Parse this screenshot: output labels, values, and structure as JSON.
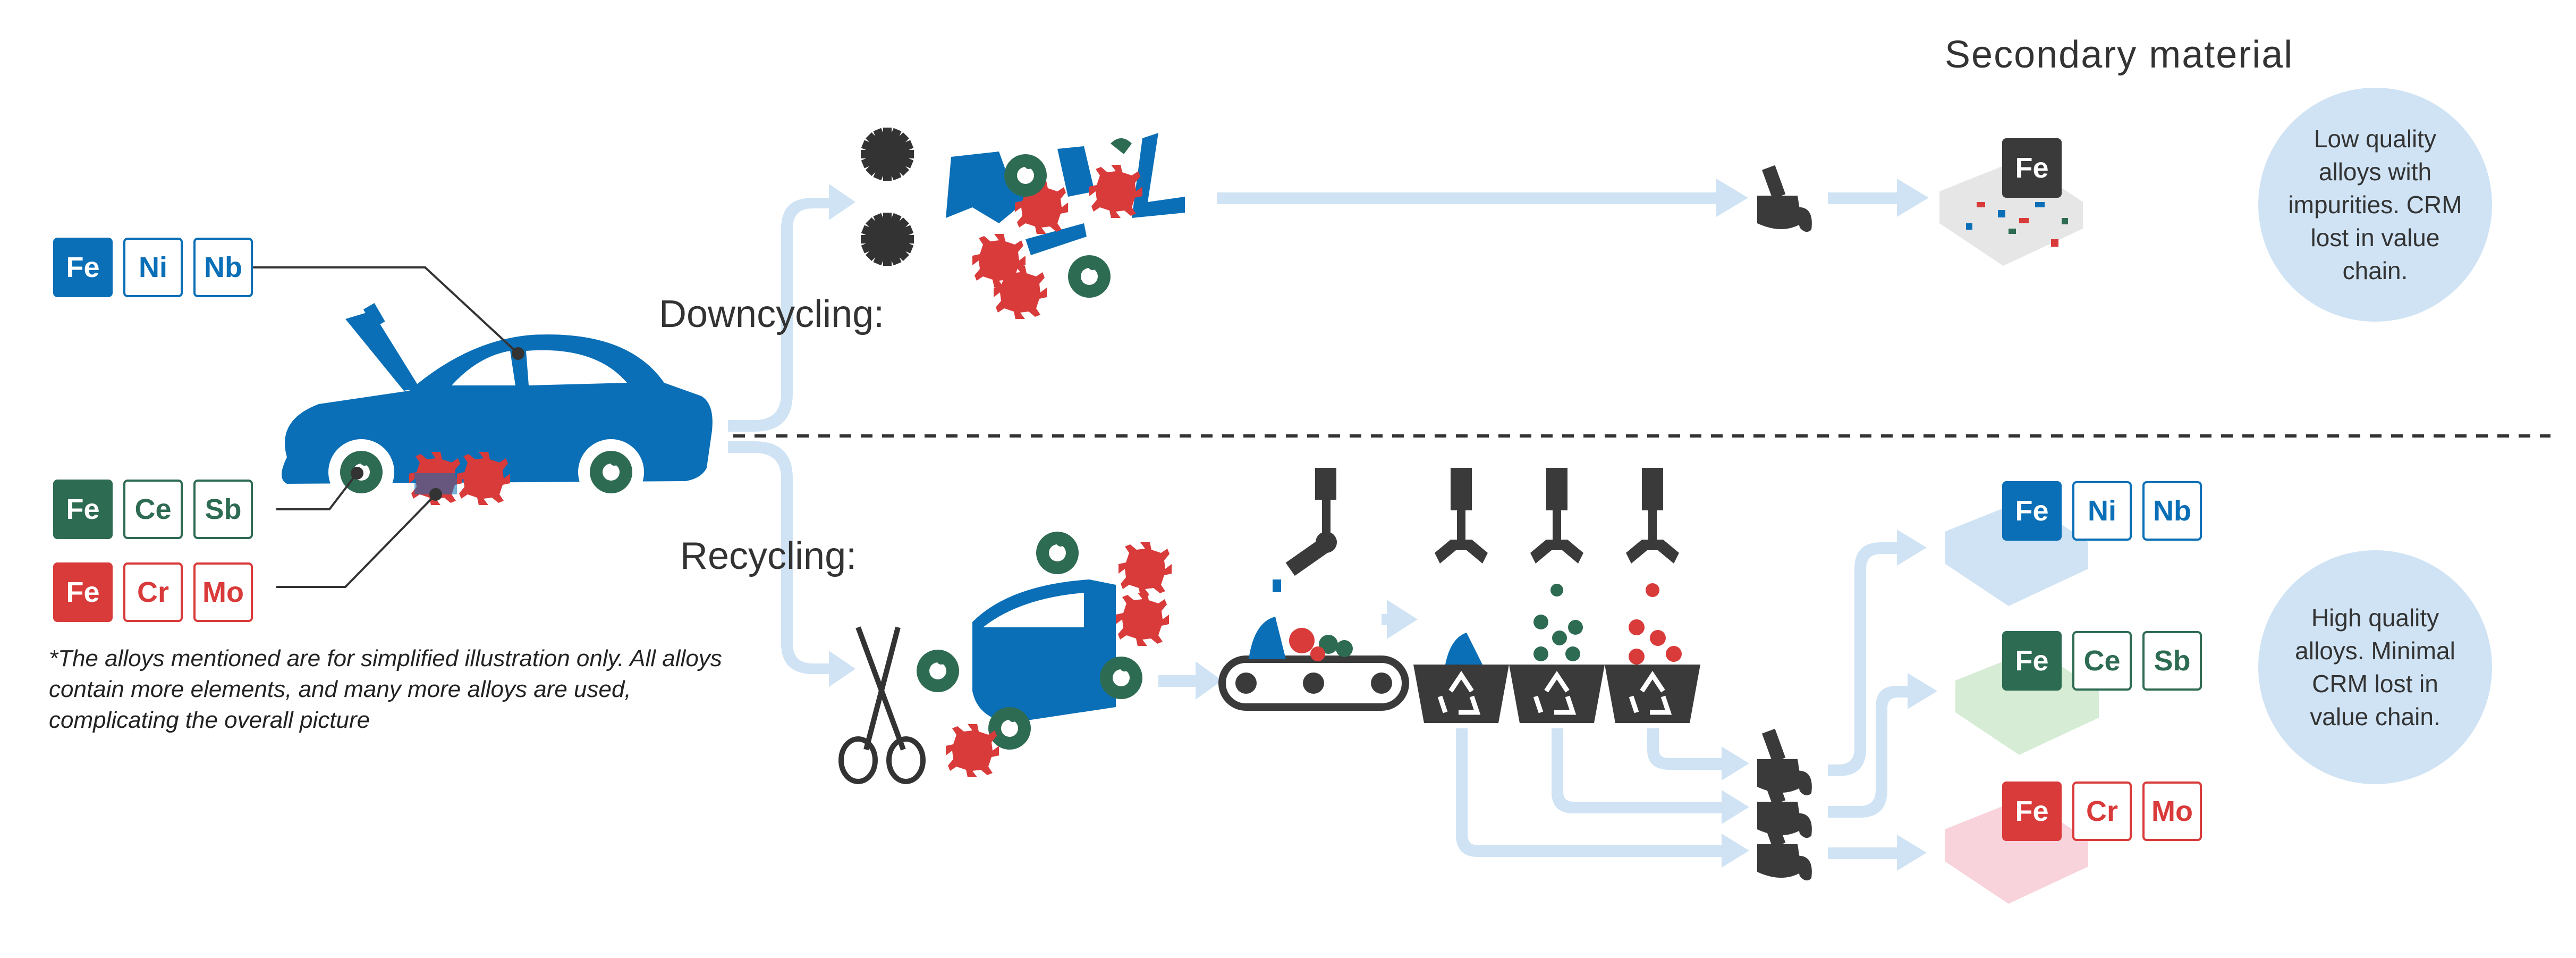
{
  "secondary_title": "Secondary material",
  "processes": {
    "downcycling": "Downcycling:",
    "recycling": "Recycling:"
  },
  "downcycling_outcome": "Low quality alloys with impurities. CRM lost in value chain.",
  "recycling_outcome": "High quality alloys. Minimal CRM lost in value chain.",
  "footnote": "*The alloys mentioned are for simplified illustration only. All alloys contain more elements, and many more alloys are used, complicating the overall picture",
  "colors": {
    "blue": "#0a6fb7",
    "green": "#2e6b53",
    "red": "#d93a3a",
    "dark": "#3a3a3a",
    "light_blue": "#cfe3f4",
    "light_green": "#d6ecd5",
    "light_pink": "#f8d3db"
  },
  "alloy_groups": [
    {
      "key": "car-body",
      "color": "blue",
      "elements": [
        "Fe",
        "Ni",
        "Nb"
      ]
    },
    {
      "key": "wheel",
      "color": "green",
      "elements": [
        "Fe",
        "Ce",
        "Sb"
      ]
    },
    {
      "key": "gear",
      "color": "red",
      "elements": [
        "Fe",
        "Cr",
        "Mo"
      ]
    }
  ],
  "downcycled_product": "Fe",
  "icons": [
    "car-icon",
    "scrap-pile-icon",
    "ladle-icon",
    "mixed-ingot-icon",
    "scissors-icon",
    "car-door-icon",
    "conveyor-belt-icon",
    "robot-arm-icon",
    "sorting-bin-icon",
    "ingot-icon",
    "recycle-icon"
  ]
}
